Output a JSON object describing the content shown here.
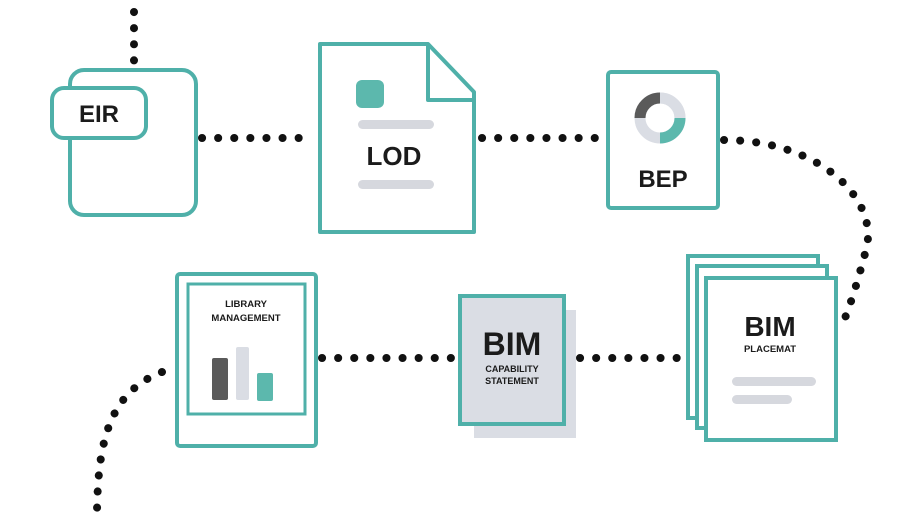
{
  "nodes": {
    "eir": {
      "label": "EIR"
    },
    "lod": {
      "label": "LOD"
    },
    "bep": {
      "label": "BEP"
    },
    "library": {
      "line1": "LIBRARY",
      "line2": "MANAGEMENT"
    },
    "bim_capability": {
      "title": "BIM",
      "line1": "CAPABILITY",
      "line2": "STATEMENT"
    },
    "bim_placemat": {
      "title": "BIM",
      "subtitle": "PLACEMAT"
    }
  },
  "colors": {
    "teal": "#4fb0a9",
    "teal_fill": "#5cb8ad",
    "dark_gray": "#5a5a5a",
    "light_gray": "#dadde4",
    "line_gray": "#d6d8de",
    "dots": "#111111"
  }
}
